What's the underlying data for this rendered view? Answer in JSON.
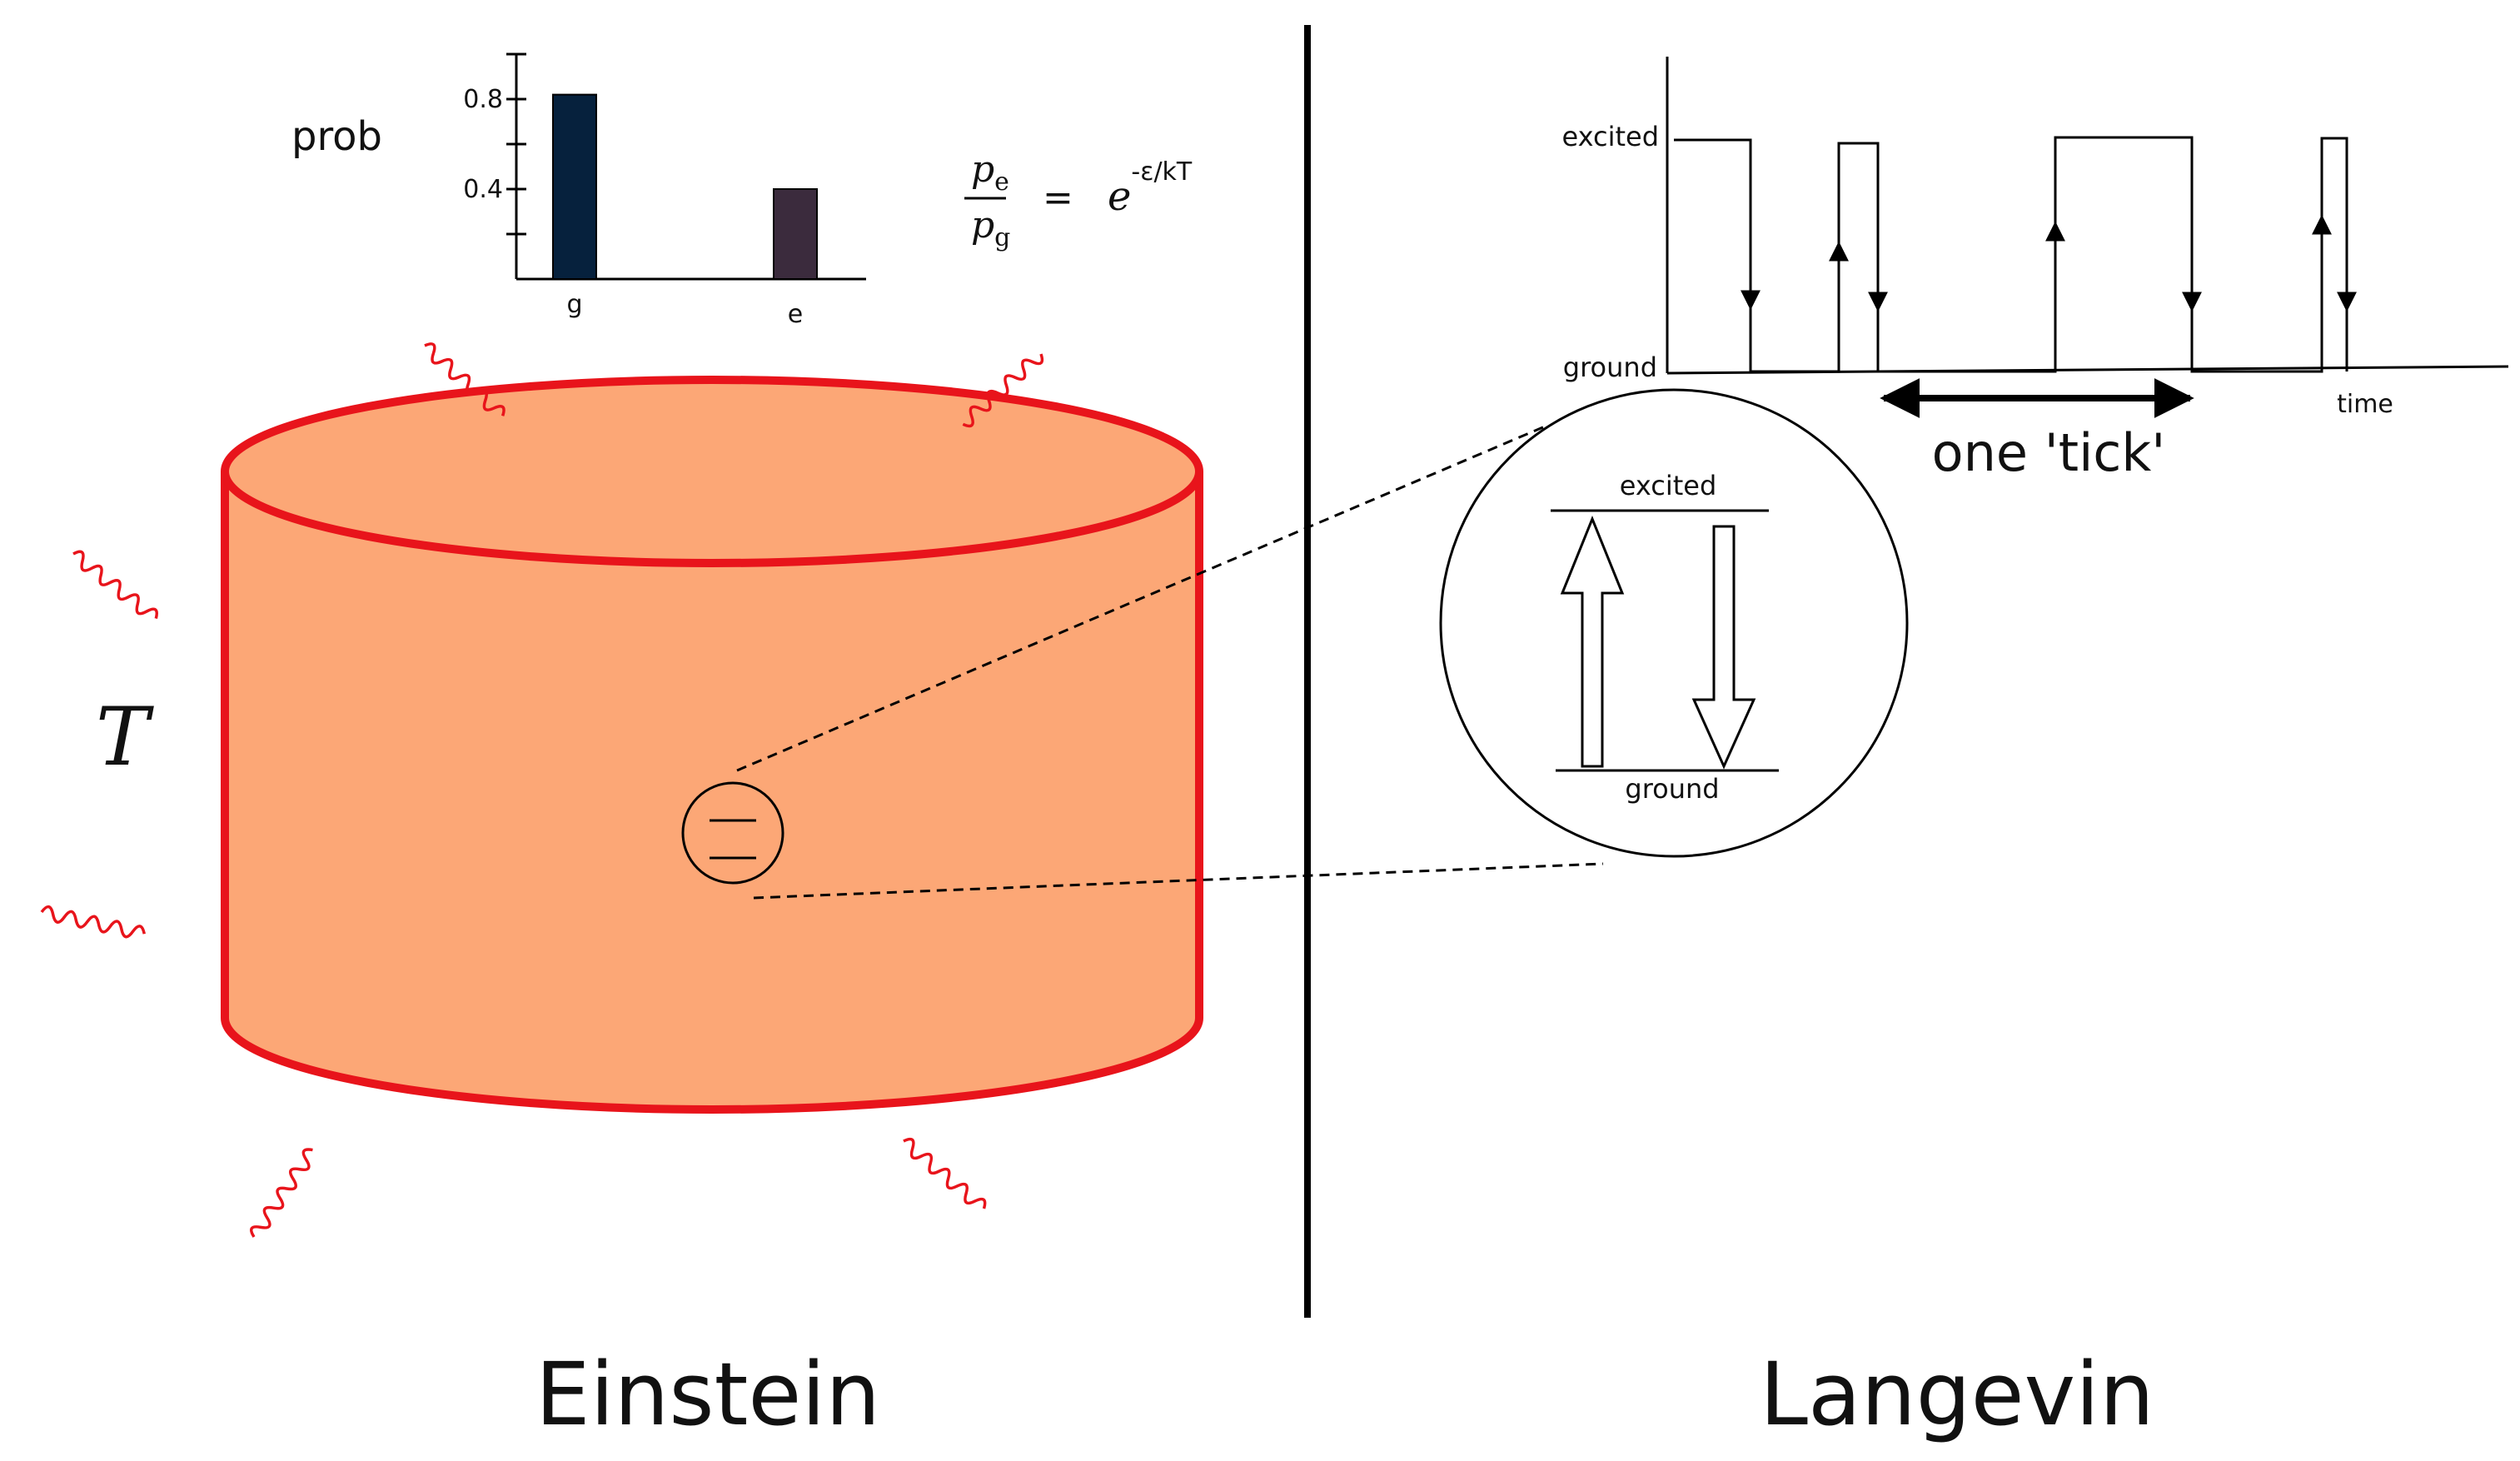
{
  "einstein": {
    "title": "Einstein",
    "temperature_symbol": "T",
    "colors": {
      "outline": "#e8141b",
      "fill": "#fca776",
      "waves": "#e8141b"
    },
    "equation": {
      "numerator": "p",
      "numerator_sub": "e",
      "denominator": "p",
      "denominator_sub": "g",
      "equals": "=",
      "base": "e",
      "exponent": "-ε/kT"
    },
    "inset_chart": {
      "ylabel": "prob",
      "yticks": [
        "0.8",
        "0.4"
      ],
      "categories": [
        "g",
        "e"
      ]
    }
  },
  "langevin": {
    "title": "Langevin",
    "trace": {
      "ylabel_top": "excited",
      "ylabel_bottom": "ground",
      "xlabel": "time",
      "tick_label": "one 'tick'"
    },
    "zoom": {
      "top_level": "excited",
      "bottom_level": "ground"
    }
  },
  "chart_data": {
    "type": "bar",
    "categories": [
      "g",
      "e"
    ],
    "values": [
      0.82,
      0.4
    ],
    "colors": [
      "#06213d",
      "#3b2b3d"
    ],
    "ylabel": "prob",
    "yticks": [
      0.4,
      0.8
    ],
    "ylim": [
      0,
      1.0
    ]
  }
}
